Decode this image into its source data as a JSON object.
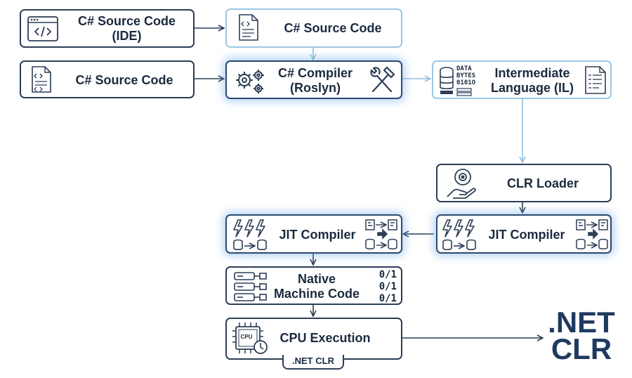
{
  "nodes": {
    "ide": {
      "line1": "C# Source Code",
      "line2": "(IDE)"
    },
    "source_top": {
      "label": "C# Source Code"
    },
    "source_left": {
      "label": "C# Source Code"
    },
    "compiler": {
      "line1": "C# Compiler",
      "line2": "(Roslyn)"
    },
    "il": {
      "line1": "Intermediate",
      "line2": "Language (IL)",
      "icon_text": [
        "DATA",
        "BYTES",
        "0101O"
      ]
    },
    "clr_loader": {
      "label": "CLR Loader"
    },
    "jit_right": {
      "label": "JIT Compiler"
    },
    "jit_left": {
      "label": "JIT Compiler"
    },
    "native": {
      "line1": "Native",
      "line2": "Machine Code",
      "bits": [
        "0/1",
        "0/1",
        "0/1"
      ]
    },
    "cpu": {
      "label": "CPU Execution",
      "chip_text": "CPU",
      "tag": ".NET CLR"
    }
  },
  "logo": {
    "line1": ".NET",
    "line2": "CLR"
  },
  "colors": {
    "dark_border": "#2c3e56",
    "light_border": "#9cc7e4",
    "glow": "#6eaaeb",
    "text": "#1b2a3e",
    "logo": "#1f3a5f"
  }
}
